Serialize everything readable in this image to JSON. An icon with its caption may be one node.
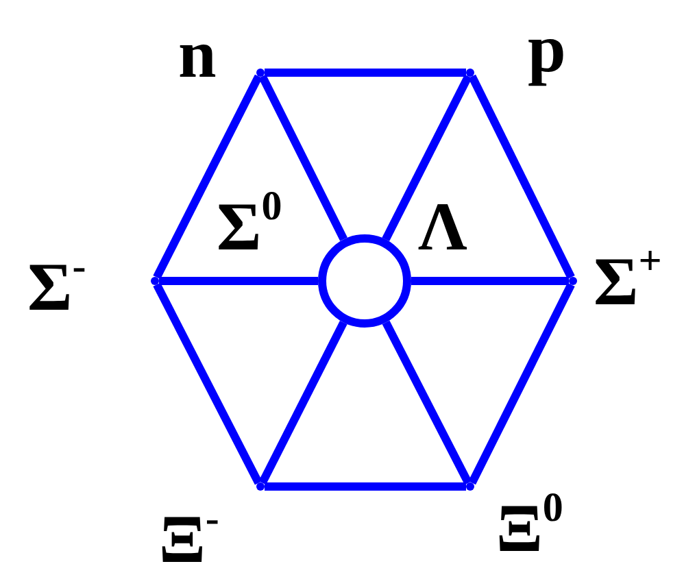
{
  "diagram": {
    "nodes": [
      {
        "text": [],
        "shape": "point",
        "beside": [
          "n"
        ]
      },
      {
        "text": [],
        "shape": "point",
        "beside": [
          "p"
        ]
      },
      {
        "text": [],
        "shape": "point",
        "beside": [
          "Σ$^{+}$"
        ]
      },
      {
        "text": [],
        "shape": "point",
        "beside": [
          "Ξ$^{0}$"
        ]
      },
      {
        "text": [],
        "shape": "point",
        "beside": [
          "Ξ$^{-}$"
        ]
      },
      {
        "text": [],
        "shape": "point",
        "beside": [
          "Σ$^{-}$"
        ]
      },
      {
        "text": [],
        "shape": "circle",
        "beside": [
          "Σ$^{0}$",
          "Λ"
        ]
      }
    ],
    "edges": [
      {
        "from": 0,
        "to": 1,
        "arrow": "none"
      },
      {
        "from": 1,
        "to": 2,
        "arrow": "none"
      },
      {
        "from": 2,
        "to": 3,
        "arrow": "none"
      },
      {
        "from": 3,
        "to": 4,
        "arrow": "none"
      },
      {
        "from": 4,
        "to": 5,
        "arrow": "none"
      },
      {
        "from": 5,
        "to": 0,
        "arrow": "none"
      },
      {
        "from": 0,
        "to": 6,
        "arrow": "none"
      },
      {
        "from": 6,
        "to": 3,
        "arrow": "none"
      },
      {
        "from": 1,
        "to": 6,
        "arrow": "none"
      },
      {
        "from": 6,
        "to": 4,
        "arrow": "none"
      },
      {
        "from": 5,
        "to": 6,
        "arrow": "none"
      },
      {
        "from": 6,
        "to": 2,
        "arrow": "none"
      }
    ]
  }
}
